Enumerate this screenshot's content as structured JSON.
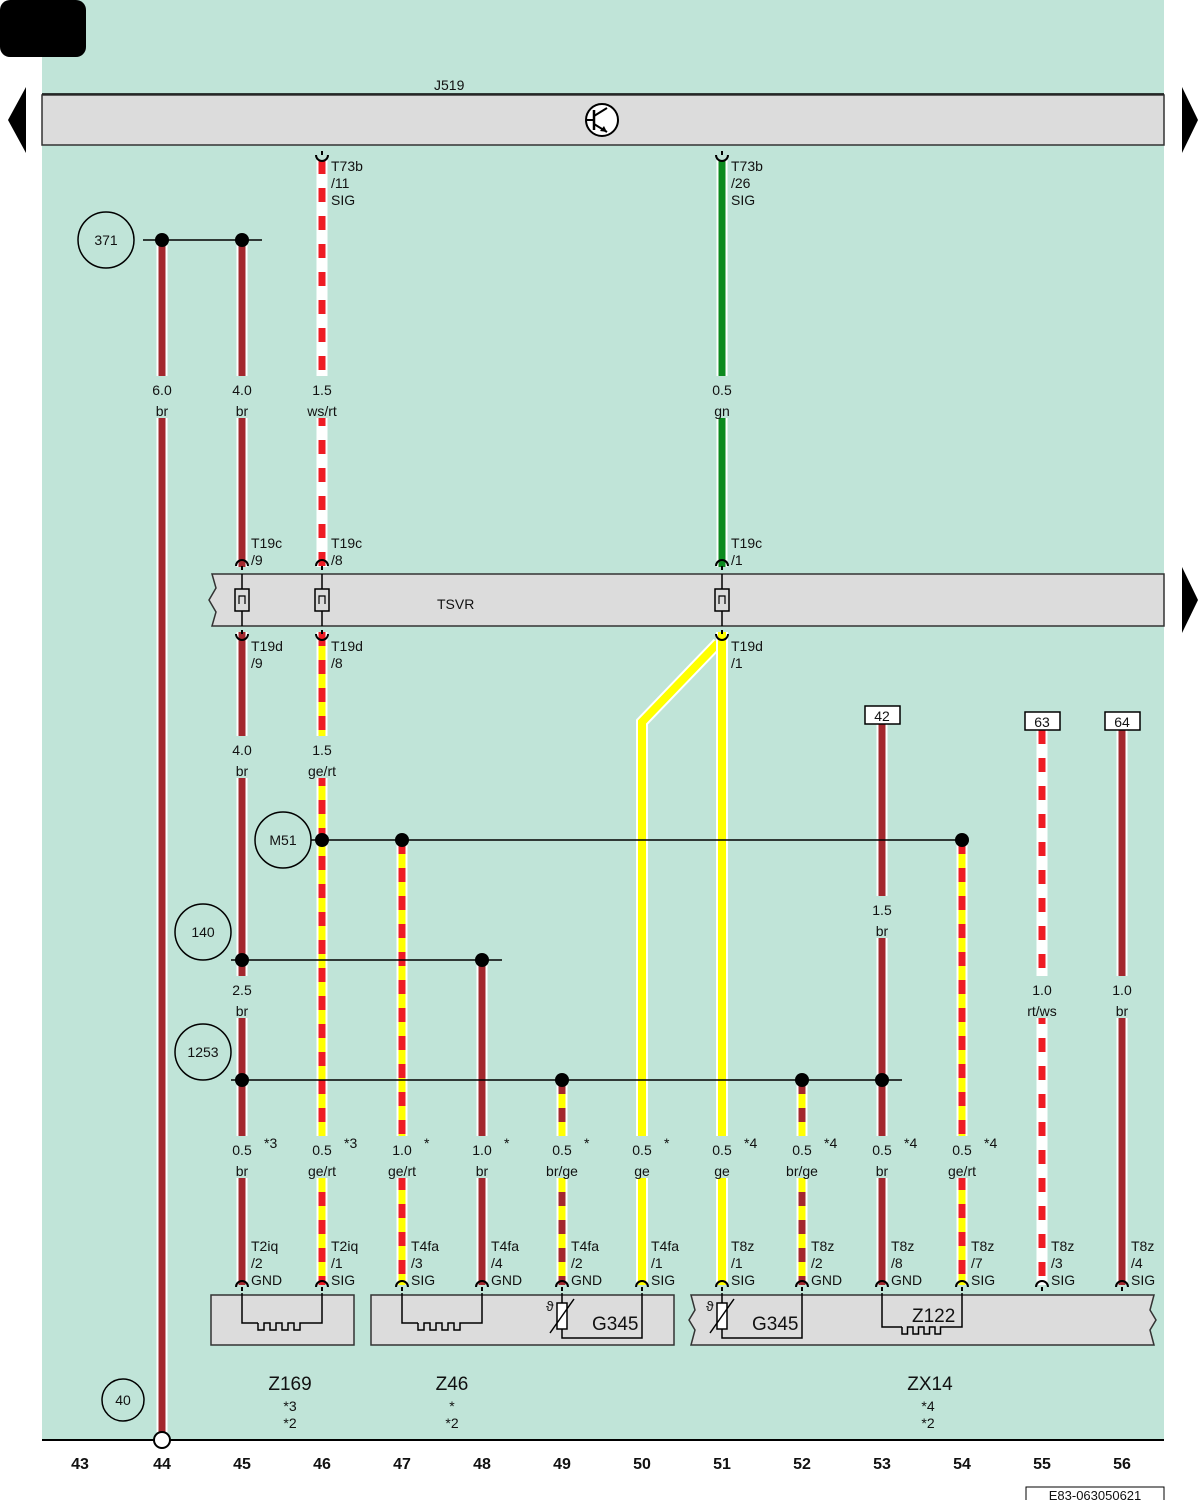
{
  "header": {
    "module_label": "J519",
    "nav_left": "previous-page",
    "nav_right": "next-page"
  },
  "tsvr": {
    "label": "TSVR"
  },
  "refs": {
    "r371": "371",
    "r140": "140",
    "r1253": "1253",
    "r40": "40",
    "m51": "M51",
    "b42": "42",
    "b63": "63",
    "b64": "64"
  },
  "top_connectors": [
    {
      "id": "c46",
      "lines": [
        "T73b",
        "/11",
        "SIG"
      ]
    },
    {
      "id": "c51",
      "lines": [
        "T73b",
        "/26",
        "SIG"
      ]
    }
  ],
  "tsvr_connectors": [
    {
      "id": "t45a",
      "lines": [
        "T19c",
        "/9"
      ]
    },
    {
      "id": "t46a",
      "lines": [
        "T19c",
        "/8"
      ]
    },
    {
      "id": "t51a",
      "lines": [
        "T19c",
        "/1"
      ]
    },
    {
      "id": "t45b",
      "lines": [
        "T19d",
        "/9"
      ]
    },
    {
      "id": "t46b",
      "lines": [
        "T19d",
        "/8"
      ]
    },
    {
      "id": "t51b",
      "lines": [
        "T19d",
        "/1"
      ]
    }
  ],
  "wire_labels": [
    {
      "id": "w44",
      "size": "6.0",
      "color": "br",
      "note": ""
    },
    {
      "id": "w45u",
      "size": "4.0",
      "color": "br",
      "note": ""
    },
    {
      "id": "w46u",
      "size": "1.5",
      "color": "ws/rt",
      "note": ""
    },
    {
      "id": "w51u",
      "size": "0.5",
      "color": "gn",
      "note": ""
    },
    {
      "id": "w45m",
      "size": "4.0",
      "color": "br",
      "note": ""
    },
    {
      "id": "w46m",
      "size": "1.5",
      "color": "ge/rt",
      "note": ""
    },
    {
      "id": "w53m",
      "size": "1.5",
      "color": "br",
      "note": ""
    },
    {
      "id": "w45l",
      "size": "2.5",
      "color": "br",
      "note": ""
    },
    {
      "id": "w55m",
      "size": "1.0",
      "color": "rt/ws",
      "note": ""
    },
    {
      "id": "w56m",
      "size": "1.0",
      "color": "br",
      "note": ""
    },
    {
      "id": "b45",
      "size": "0.5",
      "color": "br",
      "note": "*3"
    },
    {
      "id": "b46",
      "size": "0.5",
      "color": "ge/rt",
      "note": "*3"
    },
    {
      "id": "b47",
      "size": "1.0",
      "color": "ge/rt",
      "note": "*"
    },
    {
      "id": "b48",
      "size": "1.0",
      "color": "br",
      "note": "*"
    },
    {
      "id": "b49",
      "size": "0.5",
      "color": "br/ge",
      "note": "*"
    },
    {
      "id": "b50",
      "size": "0.5",
      "color": "ge",
      "note": "*"
    },
    {
      "id": "b51",
      "size": "0.5",
      "color": "ge",
      "note": "*4"
    },
    {
      "id": "b52",
      "size": "0.5",
      "color": "br/ge",
      "note": "*4"
    },
    {
      "id": "b53",
      "size": "0.5",
      "color": "br",
      "note": "*4"
    },
    {
      "id": "b54",
      "size": "0.5",
      "color": "ge/rt",
      "note": "*4"
    }
  ],
  "bottom_connectors": [
    {
      "id": "p45",
      "lines": [
        "T2iq",
        "/2",
        "GND"
      ]
    },
    {
      "id": "p46",
      "lines": [
        "T2iq",
        "/1",
        "SIG"
      ]
    },
    {
      "id": "p47",
      "lines": [
        "T4fa",
        "/3",
        "SIG"
      ]
    },
    {
      "id": "p48",
      "lines": [
        "T4fa",
        "/4",
        "GND"
      ]
    },
    {
      "id": "p49",
      "lines": [
        "T4fa",
        "/2",
        "GND"
      ]
    },
    {
      "id": "p50",
      "lines": [
        "T4fa",
        "/1",
        "SIG"
      ]
    },
    {
      "id": "p51",
      "lines": [
        "T8z",
        "/1",
        "SIG"
      ]
    },
    {
      "id": "p52",
      "lines": [
        "T8z",
        "/2",
        "GND"
      ]
    },
    {
      "id": "p53",
      "lines": [
        "T8z",
        "/8",
        "GND"
      ]
    },
    {
      "id": "p54",
      "lines": [
        "T8z",
        "/7",
        "SIG"
      ]
    },
    {
      "id": "p55",
      "lines": [
        "T8z",
        "/3",
        "SIG"
      ]
    },
    {
      "id": "p56",
      "lines": [
        "T8z",
        "/4",
        "SIG"
      ]
    }
  ],
  "components": {
    "g345_a": "G345",
    "g345_b": "G345",
    "z122": "Z122",
    "z169": {
      "name": "Z169",
      "notes": [
        "*3",
        "*2"
      ]
    },
    "z46": {
      "name": "Z46",
      "notes": [
        "*",
        "*2"
      ]
    },
    "zx14": {
      "name": "ZX14",
      "notes": [
        "*4",
        "*2"
      ]
    }
  },
  "columns": [
    "43",
    "44",
    "45",
    "46",
    "47",
    "48",
    "49",
    "50",
    "51",
    "52",
    "53",
    "54",
    "55",
    "56"
  ],
  "footer_code": "E83-063050621",
  "colors": {
    "background": "#c0e4d8",
    "bar": "#dcdcdc",
    "brown": "#a3282e",
    "red": "#ee1c24",
    "yellow": "#ffff00",
    "green": "#0b8a1e",
    "white": "#ffffff"
  }
}
